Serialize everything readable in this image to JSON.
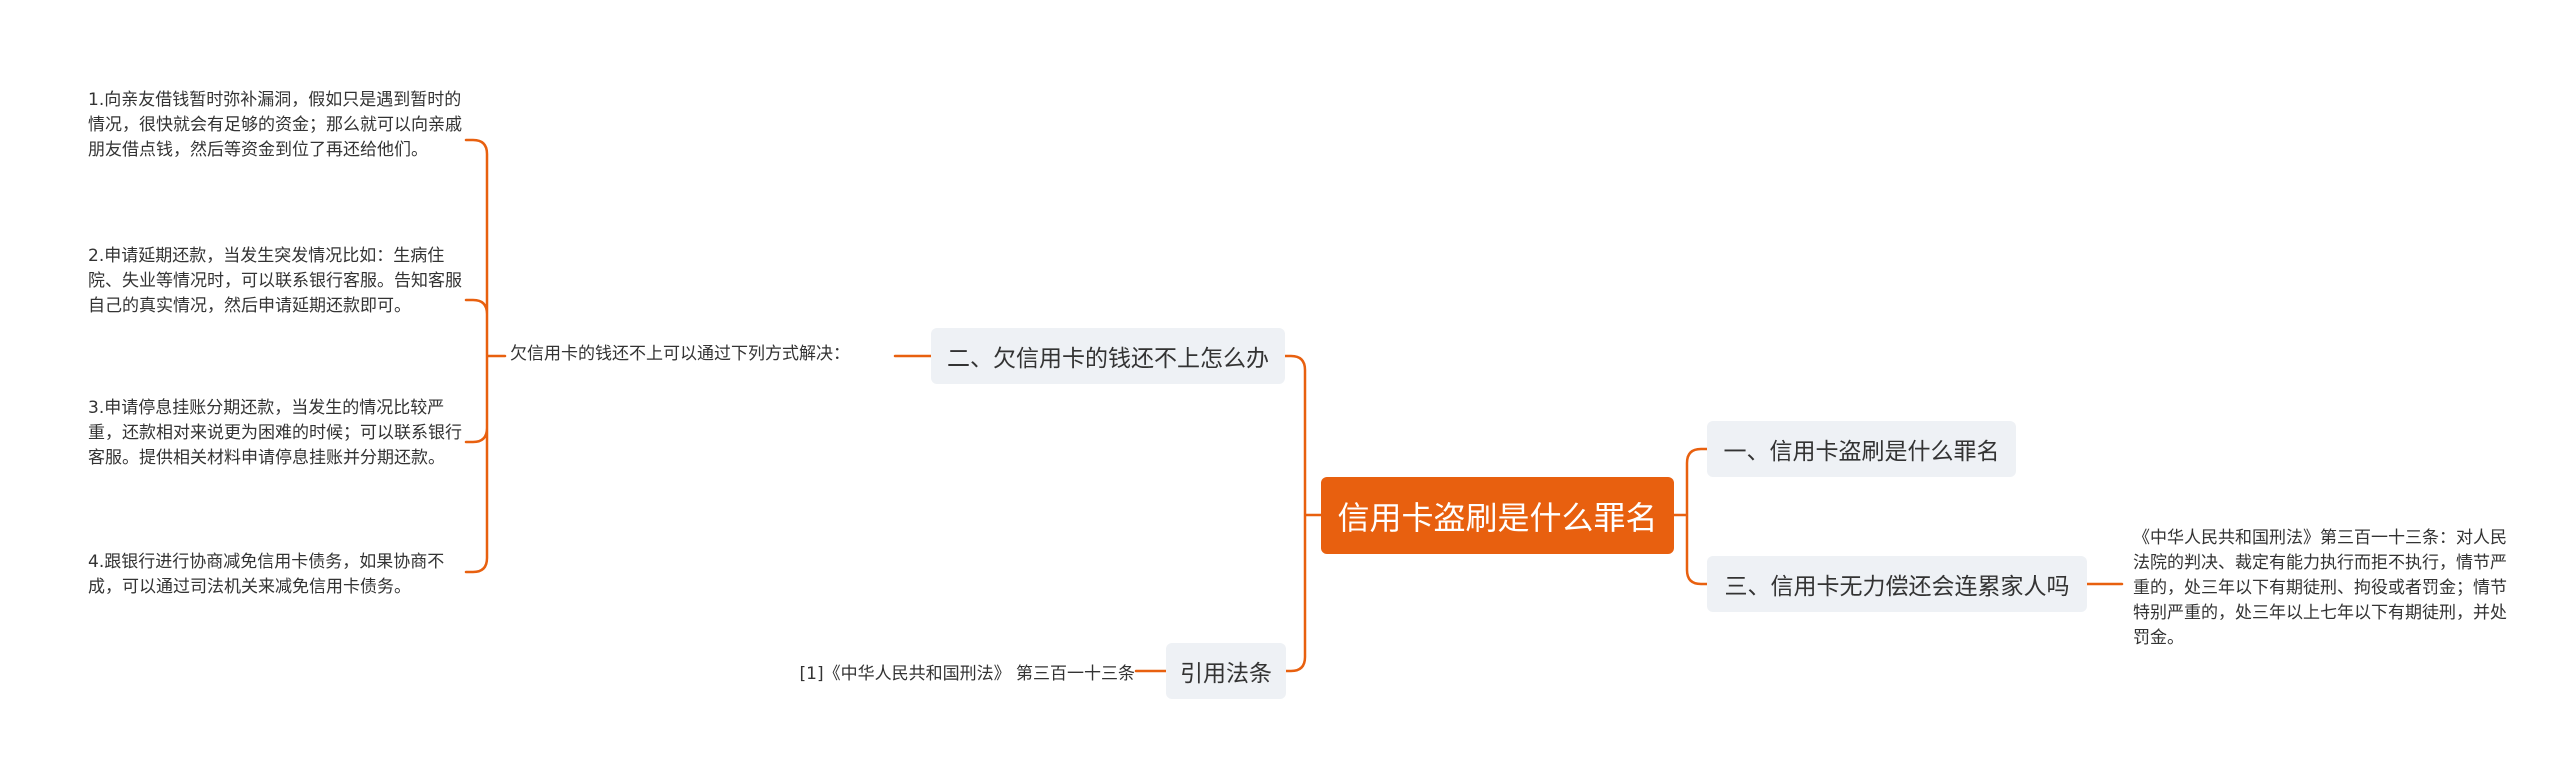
{
  "mindmap": {
    "root": "信用卡盗刷是什么罪名",
    "left_branches": [
      {
        "label": "二、欠信用卡的钱还不上怎么办",
        "intro": "欠信用卡的钱还不上可以通过下列方式解决：",
        "methods": [
          "1.向亲友借钱暂时弥补漏洞，假如只是遇到暂时的情况，很快就会有足够的资金；那么就可以向亲戚朋友借点钱，然后等资金到位了再还给他们。",
          "2.申请延期还款，当发生突发情况比如：生病住院、失业等情况时，可以联系银行客服。告知客服自己的真实情况，然后申请延期还款即可。",
          "3.申请停息挂账分期还款，当发生的情况比较严重，还款相对来说更为困难的时候；可以联系银行客服。提供相关材料申请停息挂账并分期还款。",
          "4.跟银行进行协商减免信用卡债务，如果协商不成，可以通过司法机关来减免信用卡债务。"
        ]
      },
      {
        "label": "引用法条",
        "citation": "[1]《中华人民共和国刑法》 第三百一十三条"
      }
    ],
    "right_branches": [
      {
        "label": "一、信用卡盗刷是什么罪名"
      },
      {
        "label": "三、信用卡无力偿还会连累家人吗",
        "detail": "《中华人民共和国刑法》第三百一十三条：对人民法院的判决、裁定有能力执行而拒不执行，情节严重的，处三年以下有期徒刑、拘役或者罚金；情节特别严重的，处三年以上七年以下有期徒刑，并处罚金。"
      }
    ],
    "colors": {
      "connector": "#e8600f",
      "root_fill": "#e8600f",
      "root_text": "#ffffff",
      "branch_fill": "#eef1f5",
      "text": "#333333"
    }
  }
}
